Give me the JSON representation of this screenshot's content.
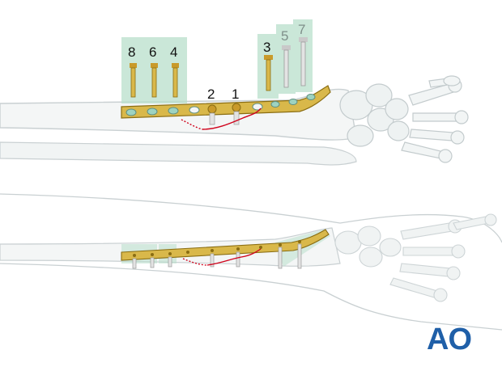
{
  "labels": {
    "screw_8": "8",
    "screw_6": "6",
    "screw_4": "4",
    "screw_2": "2",
    "screw_1": "1",
    "screw_3": "3",
    "screw_5": "5",
    "screw_7": "7"
  },
  "logo": {
    "text": "AO"
  },
  "colors": {
    "bone_fill": "#f4f6f6",
    "bone_outline": "#c9d0d2",
    "plate": "#d9b84a",
    "plate_edge": "#8a6d12",
    "screw_box": "#b9e0cc",
    "fracture_line": "#d0021b",
    "logo_blue": "#1f5fa8"
  },
  "icons": [
    "ao-logo"
  ]
}
